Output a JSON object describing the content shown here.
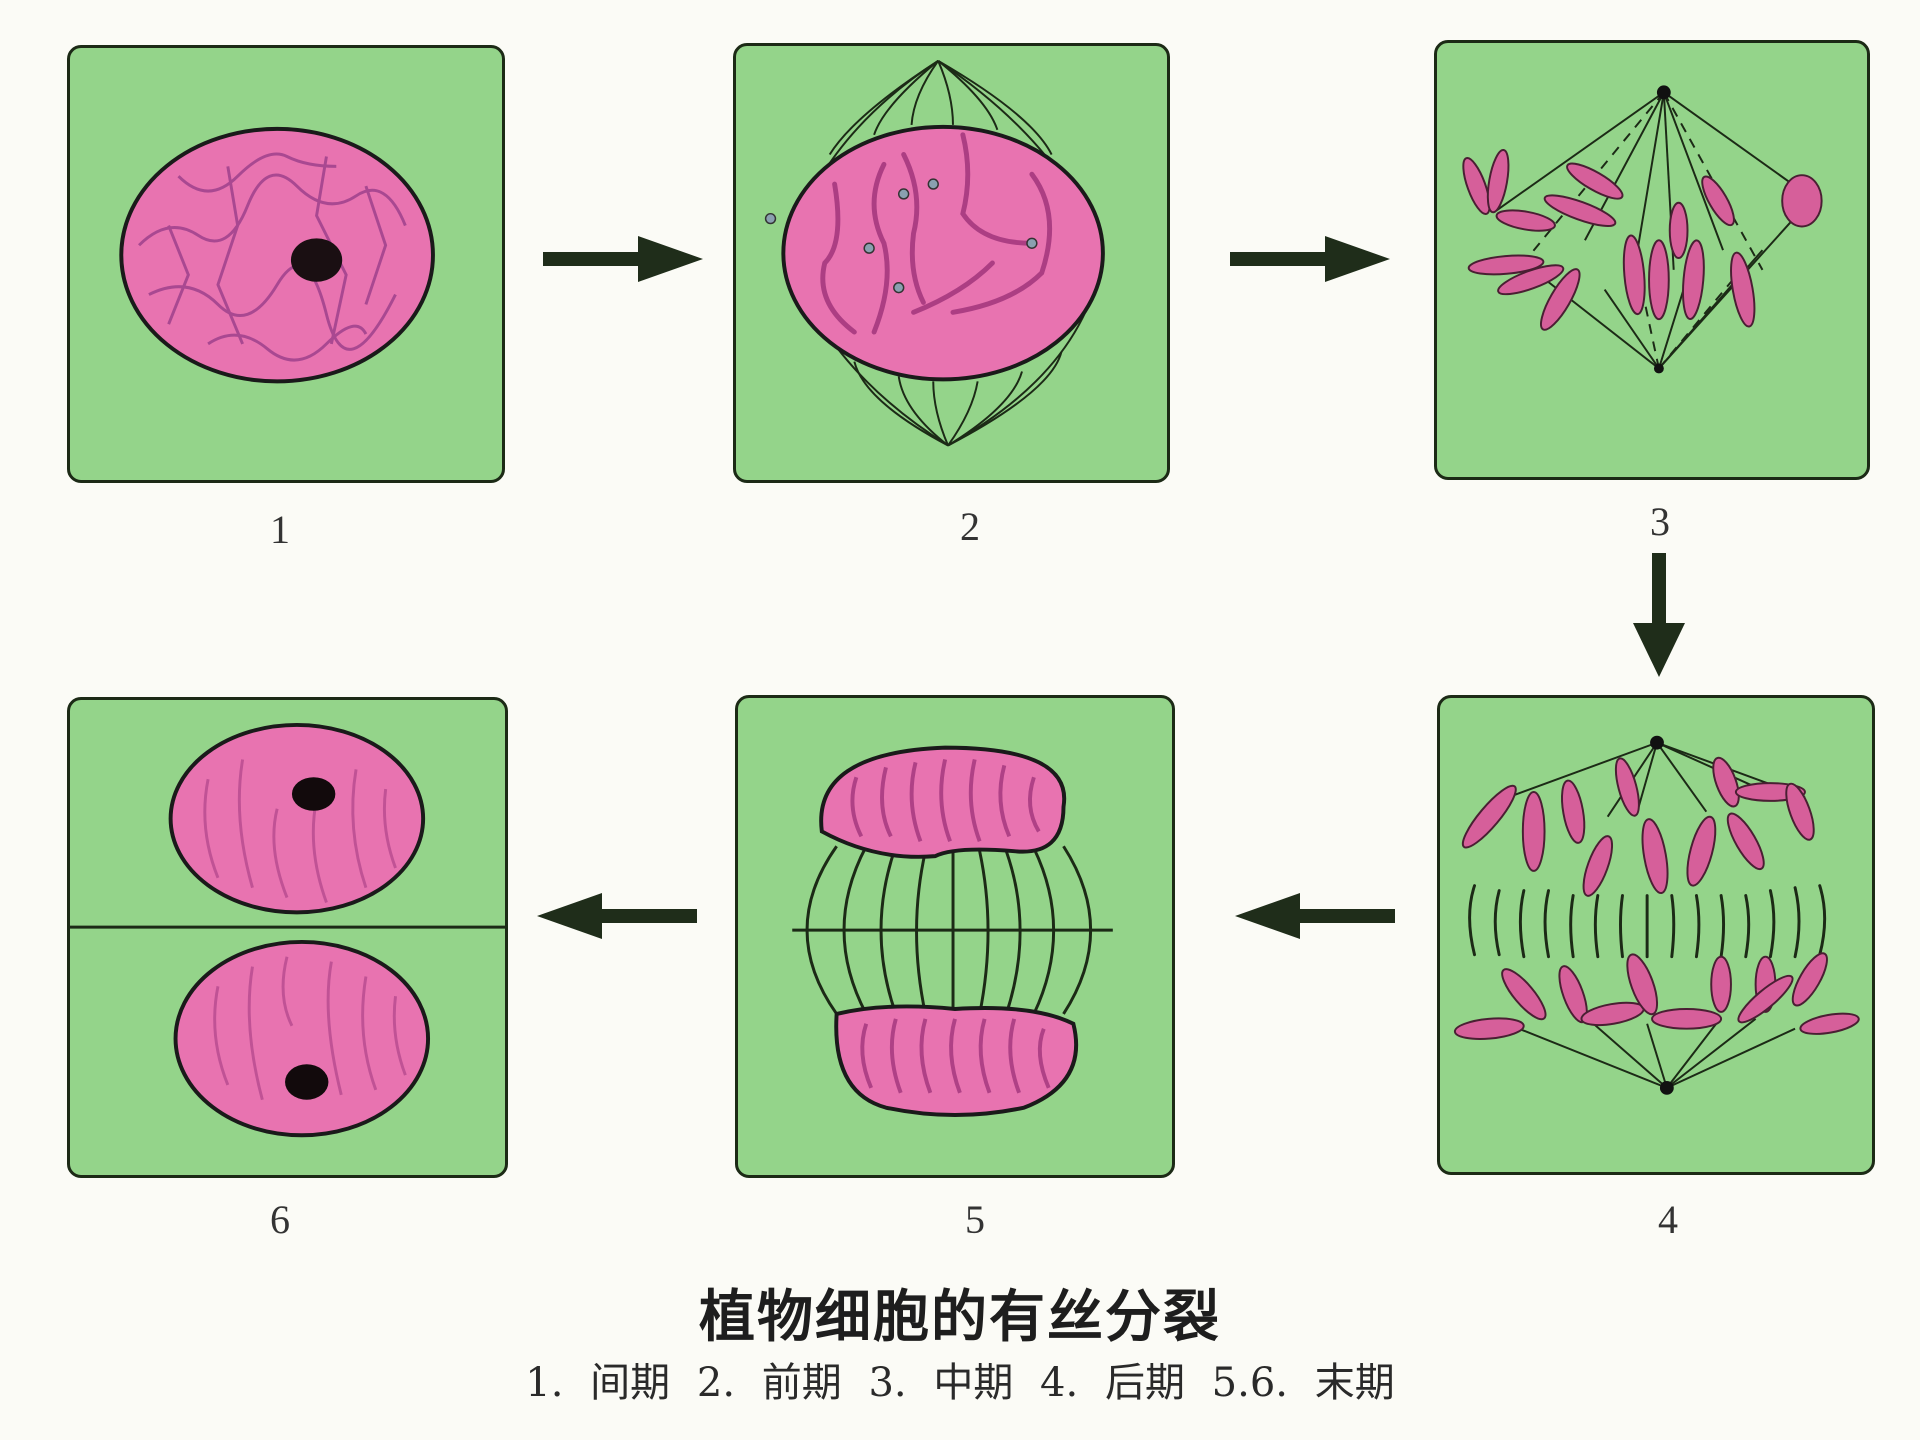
{
  "figure": {
    "title": "植物细胞的有丝分裂",
    "subtitle": "1. 间期  2. 前期  3. 中期  4. 后期  5.6. 末期",
    "legend": [
      {
        "number": "1.",
        "phase": "间期"
      },
      {
        "number": "2.",
        "phase": "前期"
      },
      {
        "number": "3.",
        "phase": "中期"
      },
      {
        "number": "4.",
        "phase": "后期"
      },
      {
        "number": "5.6.",
        "phase": "末期"
      }
    ]
  },
  "panels": [
    {
      "id": 1,
      "label": "1",
      "phase": "间期",
      "content": "nucleus-with-chromatin-and-nucleolus"
    },
    {
      "id": 2,
      "label": "2",
      "phase": "前期",
      "content": "spindle-forming-chromosomes-condensing"
    },
    {
      "id": 3,
      "label": "3",
      "phase": "中期",
      "content": "chromosomes-at-metaphase-plate"
    },
    {
      "id": 4,
      "label": "4",
      "phase": "后期",
      "content": "sister-chromatids-separating"
    },
    {
      "id": 5,
      "label": "5",
      "phase": "末期",
      "content": "two-nuclei-reforming-cell-plate"
    },
    {
      "id": 6,
      "label": "6",
      "phase": "末期",
      "content": "two-daughter-cells"
    }
  ],
  "arrows": [
    {
      "from": "1",
      "to": "2",
      "direction": "right"
    },
    {
      "from": "2",
      "to": "3",
      "direction": "right"
    },
    {
      "from": "3",
      "to": "4",
      "direction": "down"
    },
    {
      "from": "4",
      "to": "5",
      "direction": "left"
    },
    {
      "from": "5",
      "to": "6",
      "direction": "left"
    }
  ],
  "colors": {
    "cell_green": "#94d48a",
    "nucleus_pink": "#e873b0",
    "chromosome_pink": "#d65f9a",
    "outline": "#1c2a16",
    "arrow": "#1f2d1a"
  }
}
